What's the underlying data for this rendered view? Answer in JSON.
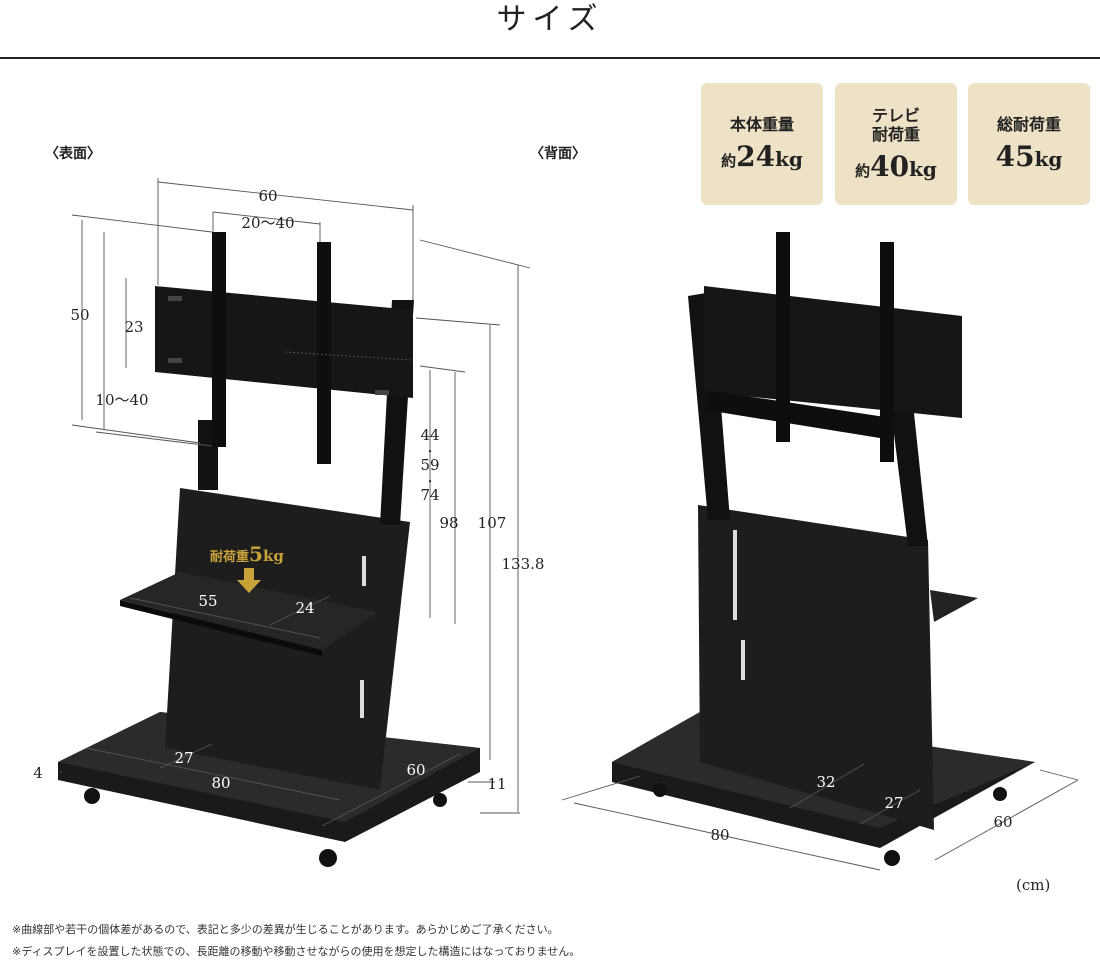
{
  "title": "サイズ",
  "views": {
    "front": "〈表面〉",
    "back": "〈背面〉"
  },
  "badges": [
    {
      "label": "本体重量",
      "prefix": "約",
      "number": "24",
      "unit": "kg"
    },
    {
      "label": "テレビ\n耐荷重",
      "prefix": "約",
      "number": "40",
      "unit": "kg"
    },
    {
      "label": "総耐荷重",
      "prefix": "",
      "number": "45",
      "unit": "kg"
    }
  ],
  "front_dims": {
    "width": "60",
    "vesa_h": "20〜40",
    "height_panel": "50",
    "h23": "23",
    "vesa_v": "10〜40",
    "tv_heights": [
      "44",
      "・",
      "59",
      "・",
      "74"
    ],
    "h98": "98",
    "h107": "107",
    "h133": "133.8",
    "shelf_w": "55",
    "shelf_d": "24",
    "base_depth_inner": "27",
    "base_w": "80",
    "base_d": "60",
    "base_h": "4",
    "caster": "11"
  },
  "shelf_load": {
    "label": "耐荷重",
    "number": "5",
    "unit": "kg"
  },
  "back_dims": {
    "inner": "32",
    "depth_inner": "27",
    "w": "80",
    "d": "60"
  },
  "unit": "(cm)",
  "notes": [
    "※曲線部や若干の個体差があるので、表記と多少の差異が生じることがあります。あらかじめご了承ください。",
    "※ディスプレイを設置した状態での、長距離の移動や移動させながらの使用を想定した構造にはなっておりません。"
  ]
}
